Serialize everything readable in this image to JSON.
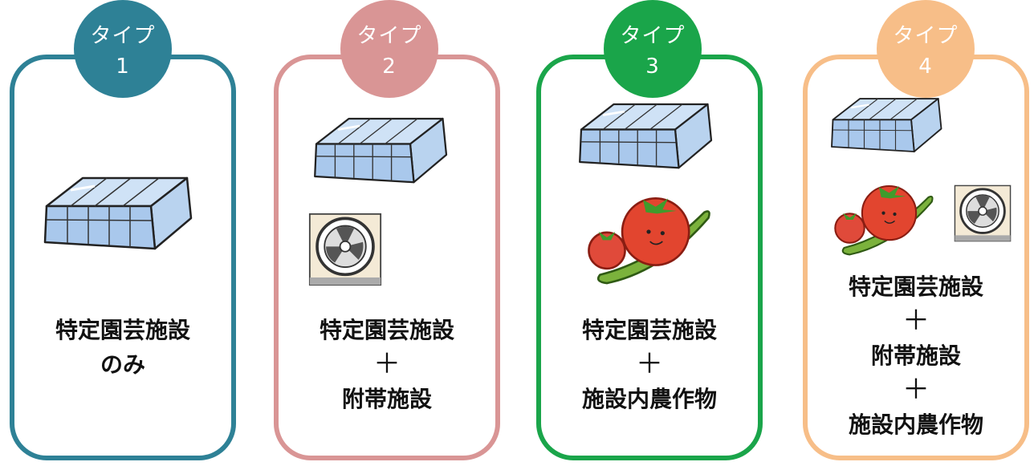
{
  "colors": {
    "type1": "#2e8196",
    "type2": "#d99595",
    "type3": "#1aa54a",
    "type4": "#f7be88"
  },
  "types": [
    {
      "badge_label": "タイプ",
      "number": "1",
      "lines": [
        "特定園芸施設",
        "のみ"
      ]
    },
    {
      "badge_label": "タイプ",
      "number": "2",
      "lines": [
        "特定園芸施設",
        "＋",
        "附帯施設"
      ]
    },
    {
      "badge_label": "タイプ",
      "number": "3",
      "lines": [
        "特定園芸施設",
        "＋",
        "施設内農作物"
      ]
    },
    {
      "badge_label": "タイプ",
      "number": "4",
      "lines": [
        "特定園芸施設",
        "＋",
        "附帯施設",
        "＋",
        "施設内農作物"
      ]
    }
  ],
  "icons": [
    "greenhouse-icon",
    "ventilation-fan-icon",
    "tomato-icon",
    "strawberry-icon",
    "cucumber-icon"
  ]
}
